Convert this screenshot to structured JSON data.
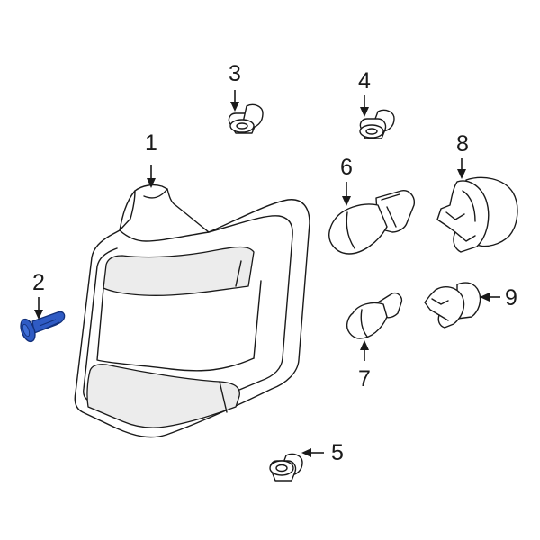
{
  "callouts": {
    "c1": "1",
    "c2": "2",
    "c3": "3",
    "c4": "4",
    "c5": "5",
    "c6": "6",
    "c7": "7",
    "c8": "8",
    "c9": "9"
  },
  "colors": {
    "highlight": "#2f5bc4",
    "highlight_dark": "#12307a",
    "outline": "#1a1a1a",
    "band_fill": "#ececec"
  },
  "highlighted_part": "2"
}
